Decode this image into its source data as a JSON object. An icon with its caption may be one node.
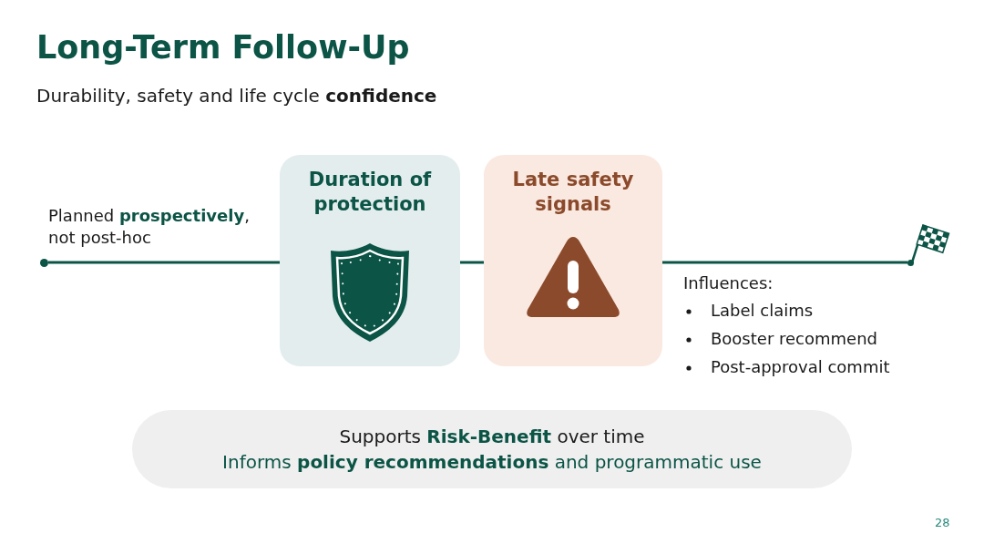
{
  "diagram": {
    "title": "Long-Term Follow-Up",
    "nodes": [
      {
        "text": [],
        "shape": "circle"
      },
      {
        "text": [
          "Duration of protection"
        ]
      },
      {
        "text": [
          "Late safety signals"
        ]
      },
      {
        "text": [],
        "shape": "circle"
      },
      {
        "text": [
          "Supports **Risk-Benefit** over time",
          "Informs **policy recommendations** and programmatic use"
        ]
      }
    ],
    "edges": [
      {
        "from": 0,
        "to": 1,
        "arrow": "none"
      },
      {
        "from": 1,
        "to": 2,
        "arrow": "none"
      },
      {
        "from": 2,
        "to": 3,
        "arrow": "none"
      }
    ],
    "labels": [
      "Durability, safety and life cycle **confidence**",
      "Planned **prospectively**, not post-hoc",
      "Influences:",
      "Label claims",
      "Booster recommend",
      "Post-approval commit",
      "28"
    ]
  }
}
